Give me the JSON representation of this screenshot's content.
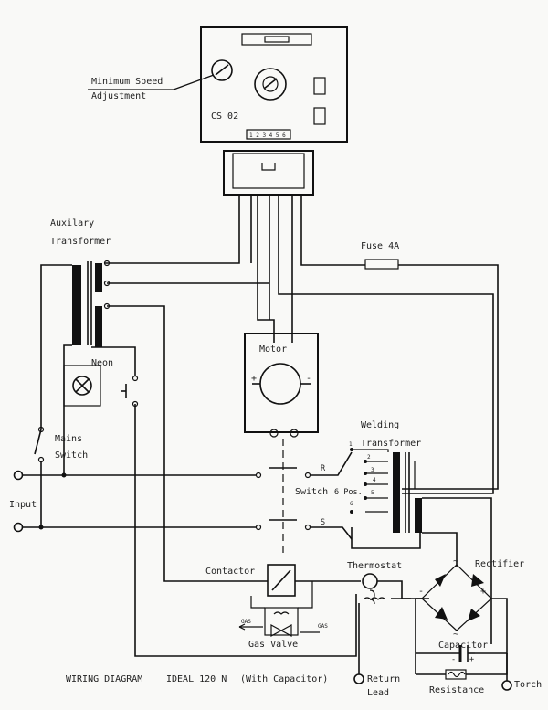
{
  "labels": {
    "min_speed_1": "Minimum Speed",
    "min_speed_2": "Adjustment",
    "board": "CS 02",
    "board_pins": "1 2 3 4 5 6",
    "aux_1": "Auxilary",
    "aux_2": "Transformer",
    "fuse": "Fuse  4A",
    "neon": "Neon",
    "motor": "Motor",
    "motor_plus": "+",
    "motor_minus": "-",
    "mains_1": "Mains",
    "mains_2": "Switch",
    "input": "Input",
    "weld_1": "Welding",
    "weld_2": "Transformer",
    "sw_r": "R",
    "sw_s": "S",
    "sw_name": "Switch",
    "sw_pos": "6 Pos.",
    "tap_1": "1",
    "tap_2": "2",
    "tap_3": "3",
    "tap_4": "4",
    "tap_5": "5",
    "tap_6": "6",
    "contactor": "Contactor",
    "thermostat": "Thermostat",
    "rectifier": "Rectifier",
    "ac_top": "~",
    "ac_bottom": "~",
    "rect_minus": "-",
    "rect_plus": "+",
    "gas_in": "GAS",
    "gas_out": "GAS",
    "gas_valve": "Gas Valve",
    "capacitor": "Capacitor",
    "cap_minus": "-",
    "cap_plus": "+",
    "resistance": "Resistance",
    "return_1": "Return",
    "return_2": "Lead",
    "torch": "Torch",
    "title": "WIRING DIAGRAM",
    "model": "IDEAL 120 N",
    "variant": "(With Capacitor)"
  }
}
